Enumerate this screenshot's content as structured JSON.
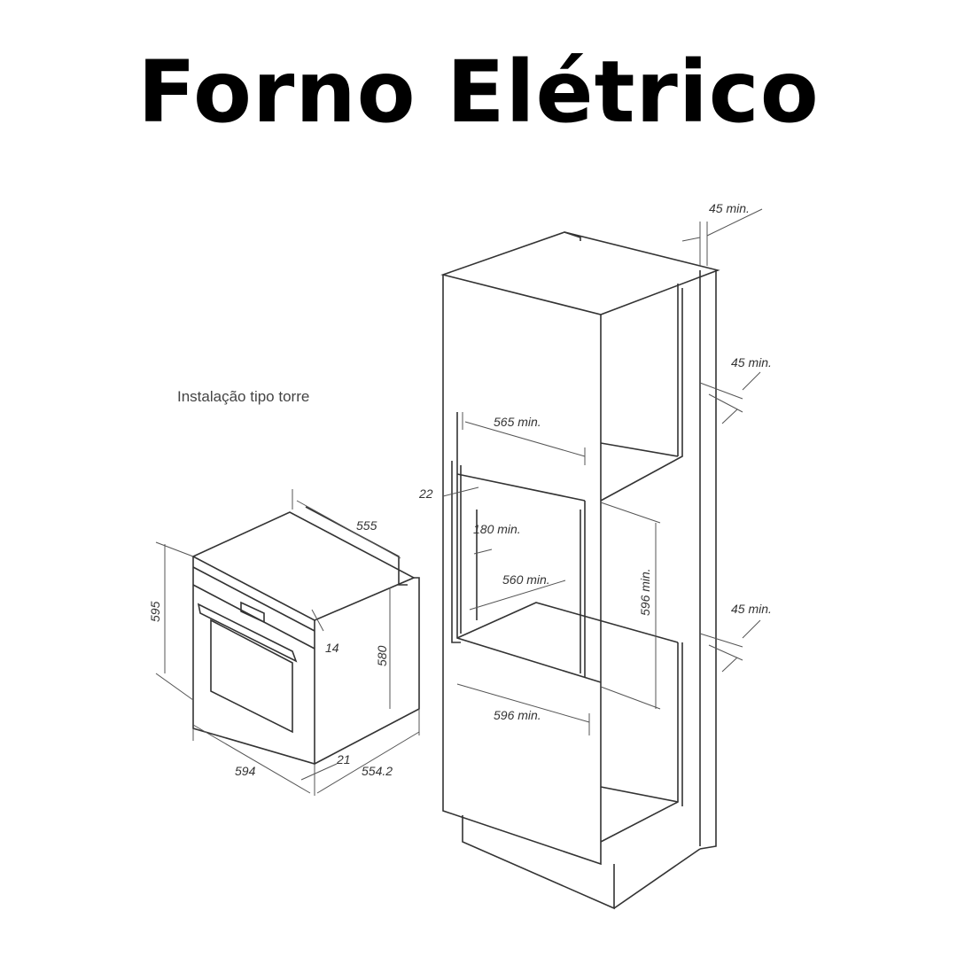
{
  "title": "Forno Elétrico",
  "subtitle": "Instalação tipo torre",
  "oven_dims": {
    "depth_top": "555",
    "height_front": "595",
    "door_gap": "14",
    "height_side": "580",
    "width": "594",
    "door_thickness": "21",
    "depth_side": "554.2"
  },
  "tower_dims": {
    "wall_gap_top": "45 min.",
    "wall_gap_upper": "45 min.",
    "wall_gap_lower": "45 min.",
    "opening_width_top": "565 min.",
    "frame": "22",
    "vent": "180 min.",
    "opening_depth": "560 min.",
    "opening_height": "596 min.",
    "opening_width_bottom": "596 min."
  }
}
